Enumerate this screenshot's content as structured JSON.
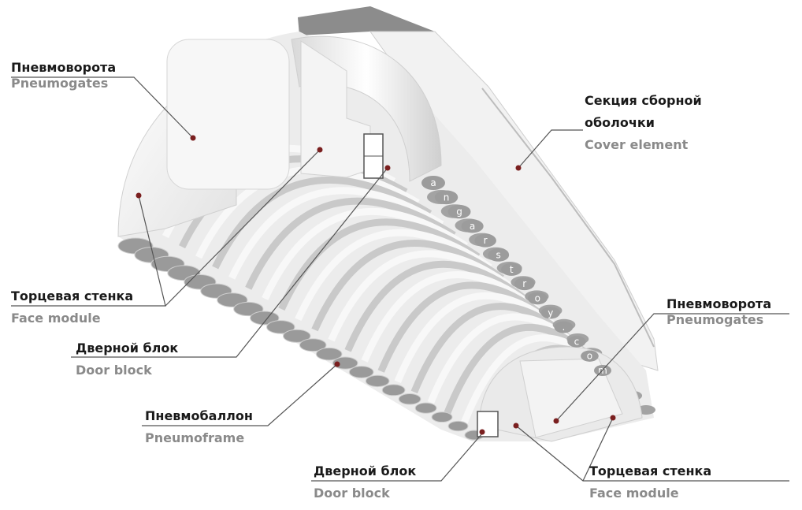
{
  "labels": {
    "gates_left": {
      "ru": "Пневмоворота",
      "en": "Pneumogates"
    },
    "face_left": {
      "ru": "Торцевая стенка",
      "en": "Face module"
    },
    "door_left": {
      "ru": "Дверной блок",
      "en": "Door block"
    },
    "frame": {
      "ru": "Пневмобаллон",
      "en": "Pneumoframe"
    },
    "door_bottom": {
      "ru": "Дверной блок",
      "en": "Door block"
    },
    "cover": {
      "ru1": "Секция сборной",
      "ru2": "оболочки",
      "en": "Cover element"
    },
    "gates_right": {
      "ru": "Пневмоворота",
      "en": "Pneumogates"
    },
    "face_right": {
      "ru": "Торцевая стенка",
      "en": "Face module"
    }
  },
  "watermark": [
    "a",
    "n",
    "g",
    "a",
    "r",
    "s",
    "t",
    "r",
    "o",
    "y",
    ".",
    "c",
    "o",
    "m"
  ],
  "colors": {
    "line": "#555555",
    "dot": "#7a1f1f",
    "ru": "#1a1a1a",
    "en": "#8a8a8a"
  }
}
